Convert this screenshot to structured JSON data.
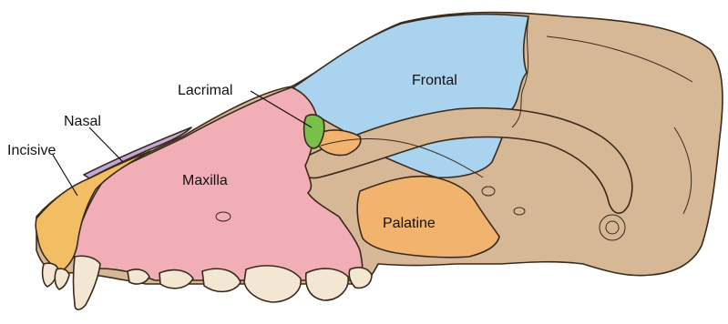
{
  "labels": {
    "lacrimal": "Lacrimal",
    "nasal": "Nasal",
    "incisive": "Incisive",
    "maxilla": "Maxilla",
    "frontal": "Frontal",
    "palatine": "Palatine"
  },
  "colors": {
    "skull": "#d7b896",
    "frontal": "#a9d3ee",
    "maxilla": "#f1aeb6",
    "incisive": "#f2bd63",
    "nasal": "#c4a7d6",
    "lacrimal": "#79c04a",
    "palatine": "#f2b36e",
    "tooth": "#f3e7d4",
    "outline": "#3a2a1c"
  }
}
